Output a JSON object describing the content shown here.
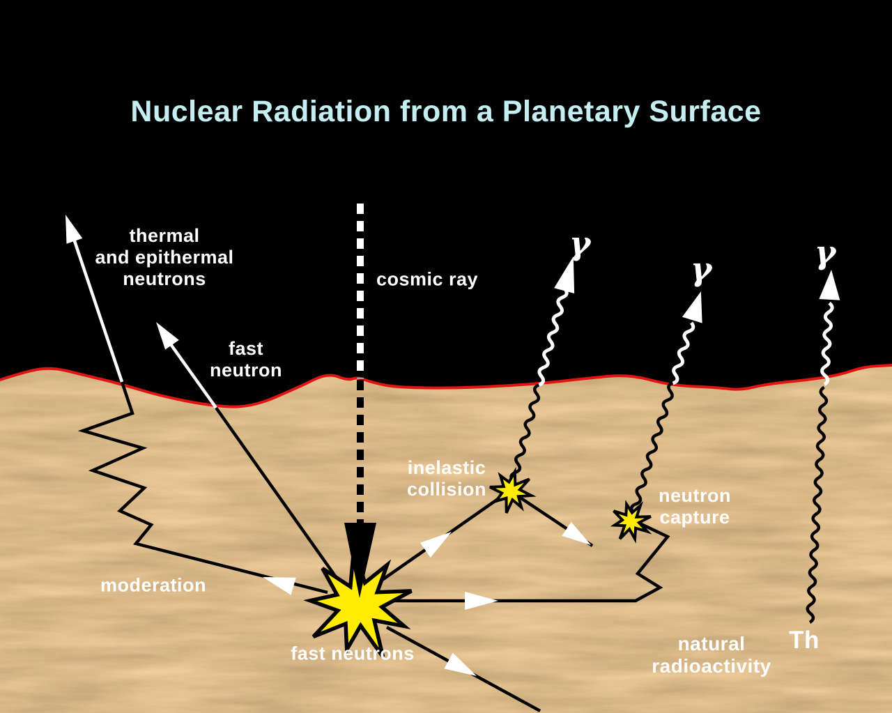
{
  "title": "Nuclear Radiation from a Planetary Surface",
  "labels": {
    "thermal_neutrons": "thermal\nand epithermal\nneutrons",
    "cosmic_ray": "cosmic ray",
    "fast_neutron": "fast\nneutron",
    "inelastic_collision": "inelastic\ncollision",
    "neutron_capture": "neutron\ncapture",
    "moderation": "moderation",
    "fast_neutrons": "fast neutrons",
    "natural_radioactivity": "natural\nradioactivity",
    "thorium": "Th",
    "gamma": "γ"
  },
  "colors": {
    "sky": "#000000",
    "title_text": "#c4eef2",
    "label_text": "#ffffff",
    "surface_line": "#e01410",
    "terrain_base": "#c28a52",
    "burst_yellow": "#ffec00",
    "ray_black": "#000000",
    "ray_white": "#ffffff"
  }
}
